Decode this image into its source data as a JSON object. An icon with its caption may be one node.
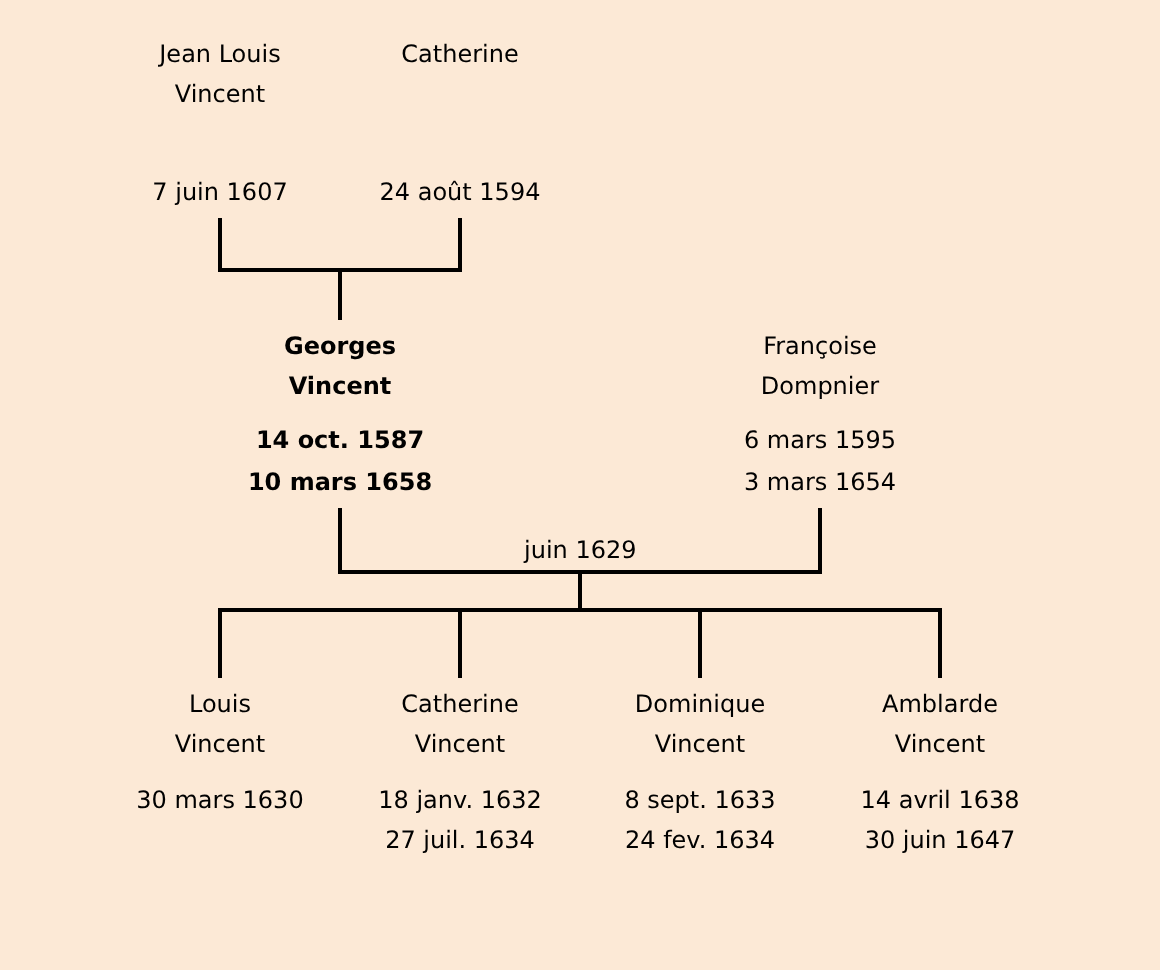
{
  "diagram": {
    "nodes": [
      {
        "text": [
          "Jean Louis Vincent",
          "7 juin 1607"
        ]
      },
      {
        "text": [
          "Catherine",
          "24 août 1594"
        ]
      },
      {
        "text": [
          "Georges Vincent",
          "14 oct. 1587",
          "10 mars 1658"
        ]
      },
      {
        "text": [
          "Françoise Dompnier",
          "6 mars 1595",
          "3 mars 1654"
        ]
      },
      {
        "text": [
          "Louis Vincent",
          "30 mars 1630"
        ]
      },
      {
        "text": [
          "Catherine Vincent",
          "18 janv. 1632",
          "27 juil. 1634"
        ]
      },
      {
        "text": [
          "Dominique Vincent",
          "8 sept. 1633",
          "24 fev. 1634"
        ]
      },
      {
        "text": [
          "Amblarde Vincent",
          "14 avril 1638",
          "30 juin 1647"
        ]
      }
    ],
    "edges": [
      {
        "from": 0,
        "to": 2,
        "arrow": "none"
      },
      {
        "from": 1,
        "to": 2,
        "arrow": "none"
      },
      {
        "from": 2,
        "to": 4,
        "arrow": "none"
      },
      {
        "from": 2,
        "to": 5,
        "arrow": "none"
      },
      {
        "from": 2,
        "to": 6,
        "arrow": "none"
      },
      {
        "from": 2,
        "to": 7,
        "arrow": "none"
      },
      {
        "from": 3,
        "to": 4,
        "arrow": "none"
      },
      {
        "from": 3,
        "to": 5,
        "arrow": "none"
      },
      {
        "from": 3,
        "to": 6,
        "arrow": "none"
      },
      {
        "from": 3,
        "to": 7,
        "arrow": "none"
      }
    ],
    "labels": [
      "juin 1629"
    ]
  }
}
